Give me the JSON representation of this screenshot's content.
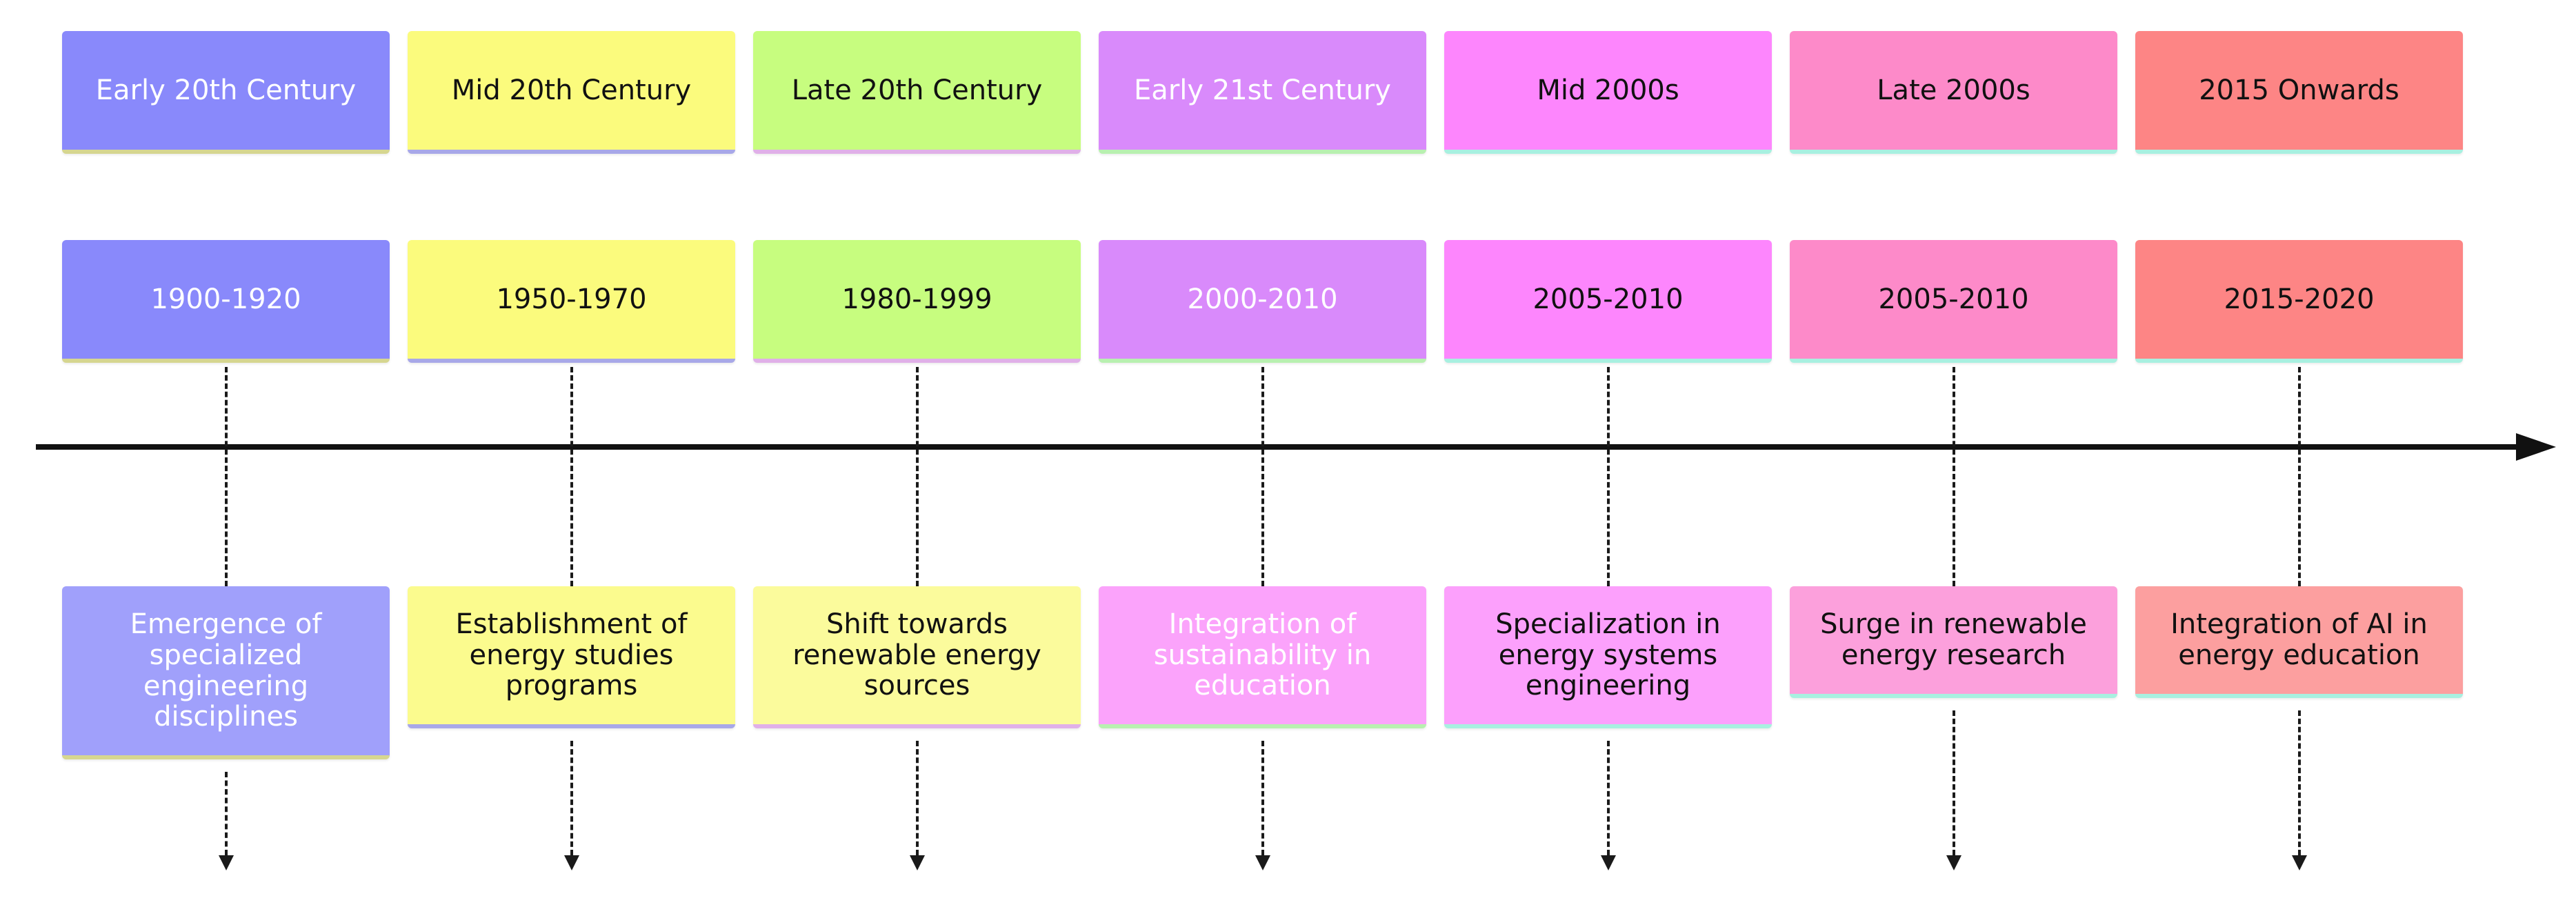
{
  "timeline": {
    "columns": [
      {
        "period": "Early 20th Century",
        "dates": "1900-1920",
        "event": [
          "Emergence of",
          "specialized",
          "engineering",
          "disciplines"
        ],
        "color": "#8989fb",
        "event_color": "#a0a0fb",
        "text_color": "#ffffff",
        "event_text_color": "#ffffff",
        "accent": "#d6d690"
      },
      {
        "period": "Mid 20th Century",
        "dates": "1950-1970",
        "event": [
          "Establishment of",
          "energy studies",
          "programs"
        ],
        "color": "#fbfb7d",
        "event_color": "#fbfb8e",
        "text_color": "#111111",
        "event_text_color": "#111111",
        "accent": "#a8a8e8"
      },
      {
        "period": "Late 20th Century",
        "dates": "1980-1999",
        "event": [
          "Shift towards",
          "renewable energy",
          "sources"
        ],
        "color": "#c7fd7f",
        "event_color": "#fbfb9c",
        "text_color": "#111111",
        "event_text_color": "#111111",
        "accent": "#e0b0e8"
      },
      {
        "period": "Early 21st Century",
        "dates": "2000-2010",
        "event": [
          "Integration of",
          "sustainability in",
          "education"
        ],
        "color": "#d98afb",
        "event_color": "#fba3fb",
        "text_color": "#ffffff",
        "event_text_color": "#ffffff",
        "accent": "#b8f0b0"
      },
      {
        "period": "Mid 2000s",
        "dates": "2005-2010",
        "event": [
          "Specialization in",
          "energy systems",
          "engineering"
        ],
        "color": "#fd86fd",
        "event_color": "#fca0fc",
        "text_color": "#111111",
        "event_text_color": "#111111",
        "accent": "#a8f0e0"
      },
      {
        "period": "Late 2000s",
        "dates": "2005-2010",
        "event": [
          "Surge in renewable",
          "energy research"
        ],
        "color": "#fd8ac9",
        "event_color": "#fca0dc",
        "text_color": "#111111",
        "event_text_color": "#111111",
        "accent": "#a8f0e0"
      },
      {
        "period": "2015 Onwards",
        "dates": "2015-2020",
        "event": [
          "Integration of AI in",
          "energy education"
        ],
        "color": "#fd8585",
        "event_color": "#fc9f9f",
        "text_color": "#111111",
        "event_text_color": "#111111",
        "accent": "#a8f0e0"
      }
    ]
  }
}
